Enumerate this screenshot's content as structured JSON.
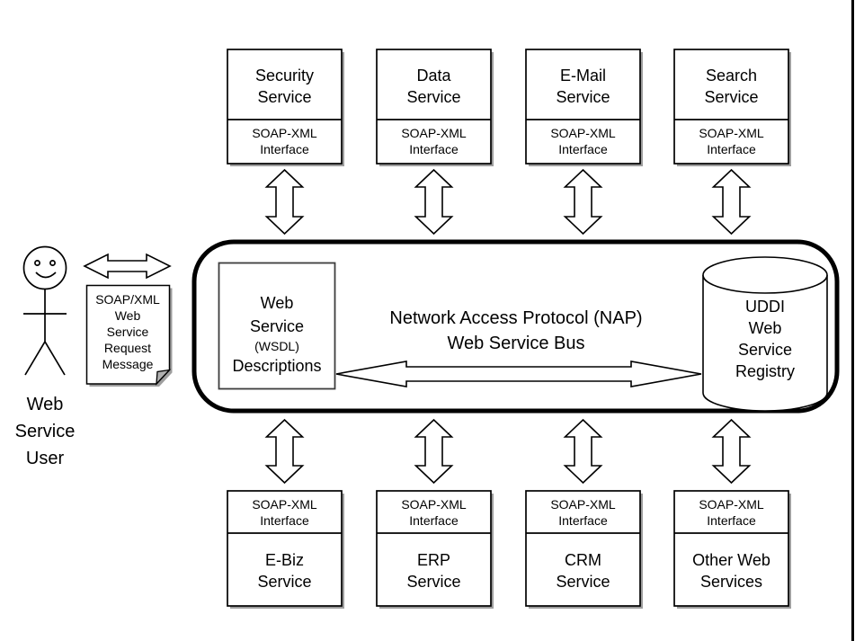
{
  "bus": {
    "title_line1": "Network Access Protocol (NAP)",
    "title_line2": "Web Service Bus"
  },
  "wsdl_box": {
    "line1": "Web",
    "line2": "Service",
    "line3": "(WSDL)",
    "line4": "Descriptions"
  },
  "registry": {
    "line1": "UDDI",
    "line2": "Web",
    "line3": "Service",
    "line4": "Registry"
  },
  "interface_label": {
    "line1": "SOAP-XML",
    "line2": "Interface"
  },
  "user": {
    "line1": "Web",
    "line2": "Service",
    "line3": "User"
  },
  "request_note": {
    "line1": "SOAP/XML",
    "line2": "Web",
    "line3": "Service",
    "line4": "Request",
    "line5": "Message"
  },
  "top_services": [
    {
      "line1": "Security",
      "line2": "Service"
    },
    {
      "line1": "Data",
      "line2": "Service"
    },
    {
      "line1": "E-Mail",
      "line2": "Service"
    },
    {
      "line1": "Search",
      "line2": "Service"
    }
  ],
  "bottom_services": [
    {
      "line1": "E-Biz",
      "line2": "Service"
    },
    {
      "line1": "ERP",
      "line2": "Service"
    },
    {
      "line1": "CRM",
      "line2": "Service"
    },
    {
      "line1": "Other Web",
      "line2": "Services"
    }
  ],
  "colors": {
    "stroke": "#000000",
    "fill": "#ffffff",
    "shadow": "#9e9e9e",
    "fold": "#b0b0b0"
  }
}
